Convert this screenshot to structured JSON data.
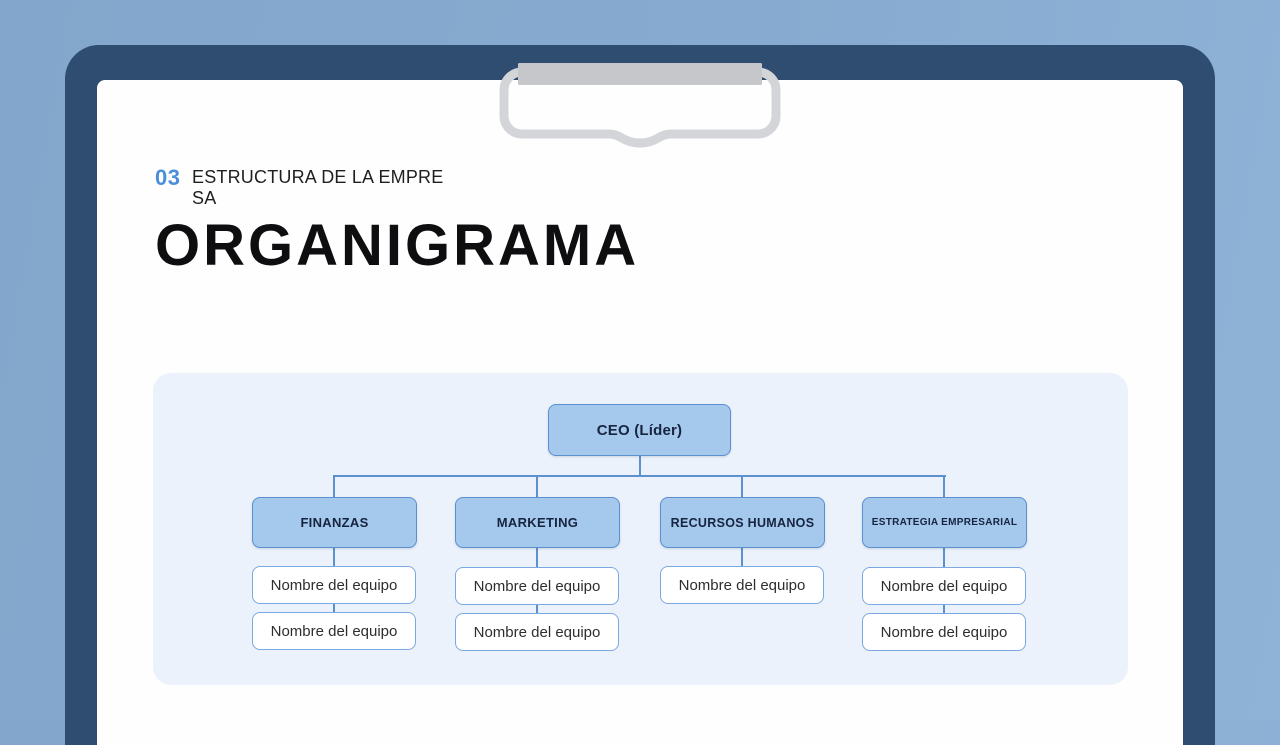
{
  "header": {
    "number": "03",
    "kicker_line1": "ESTRUCTURA DE LA EMPRE",
    "kicker_line2": "SA",
    "title": "ORGANIGRAMA"
  },
  "orgchart": {
    "root": {
      "label": "CEO (Líder)"
    },
    "departments": [
      {
        "label": "FINANZAS",
        "teams": [
          "Nombre del equipo",
          "Nombre del equipo"
        ]
      },
      {
        "label": "MARKETING",
        "teams": [
          "Nombre del equipo",
          "Nombre del equipo"
        ]
      },
      {
        "label": "RECURSOS HUMANOS",
        "teams": [
          "Nombre del equipo"
        ]
      },
      {
        "label": "ESTRATEGIA EMPRESARIAL",
        "teams": [
          "Nombre del equipo",
          "Nombre del equipo"
        ]
      }
    ]
  },
  "colors": {
    "background": "#87abd0",
    "frame": "#2f4c71",
    "slide": "#fefefe",
    "panel": "#ecf2fb",
    "accent_number": "#4a8fdb",
    "node_fill": "#a5c8ed",
    "node_border": "#5c90cf",
    "team_border": "#7aa8e2",
    "connector": "#5c90cf",
    "clip_bar": "#c5c7ca",
    "clip_outline": "#d3d5d8"
  },
  "icons": {
    "paper_clip": "paper-clip-icon"
  }
}
